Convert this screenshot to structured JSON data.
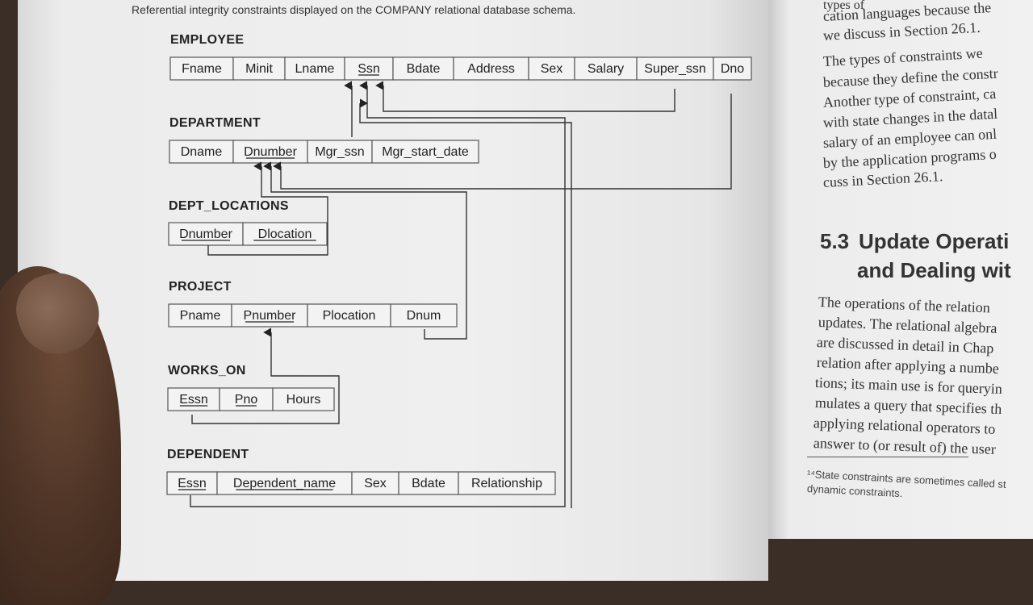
{
  "caption": "Referential integrity constraints displayed on the COMPANY relational database schema.",
  "relations": [
    {
      "name": "EMPLOYEE",
      "attributes": [
        "Fname",
        "Minit",
        "Lname",
        "Ssn",
        "Bdate",
        "Address",
        "Sex",
        "Salary",
        "Super_ssn",
        "Dno"
      ],
      "primary_key": [
        "Ssn"
      ]
    },
    {
      "name": "DEPARTMENT",
      "attributes": [
        "Dname",
        "Dnumber",
        "Mgr_ssn",
        "Mgr_start_date"
      ],
      "primary_key": [
        "Dnumber"
      ]
    },
    {
      "name": "DEPT_LOCATIONS",
      "attributes": [
        "Dnumber",
        "Dlocation"
      ],
      "primary_key": [
        "Dnumber",
        "Dlocation"
      ]
    },
    {
      "name": "PROJECT",
      "attributes": [
        "Pname",
        "Pnumber",
        "Plocation",
        "Dnum"
      ],
      "primary_key": [
        "Pnumber"
      ]
    },
    {
      "name": "WORKS_ON",
      "attributes": [
        "Essn",
        "Pno",
        "Hours"
      ],
      "primary_key": [
        "Essn",
        "Pno"
      ]
    },
    {
      "name": "DEPENDENT",
      "attributes": [
        "Essn",
        "Dependent_name",
        "Sex",
        "Bdate",
        "Relationship"
      ],
      "primary_key": [
        "Essn",
        "Dependent_name"
      ]
    }
  ],
  "right_page": {
    "lines_top": [
      "types of",
      "cation languages because the",
      "we discuss in Section 26.1."
    ],
    "paragraph": [
      "The types of constraints we",
      "because they define the constr",
      "Another type of constraint, ca",
      "with state changes in the datal",
      "salary of an employee can onl",
      "by the application programs o",
      "cuss in Section 26.1."
    ],
    "heading_number": "5.3",
    "heading_lines": [
      "Update Operati",
      "and Dealing wit"
    ],
    "body": [
      "The operations of the relation",
      "updates. The relational algebra",
      "are discussed in detail in Chap",
      "relation after applying a numbe",
      "tions; its main use is for queryin",
      "mulates a query that specifies th",
      "applying relational operators to",
      "answer to (or result of) the user"
    ],
    "footnote": [
      "¹⁴State constraints are sometimes called st",
      "dynamic constraints."
    ]
  },
  "colors": {
    "page": "#efefef",
    "ink": "#222222",
    "cell_border": "#555555"
  }
}
